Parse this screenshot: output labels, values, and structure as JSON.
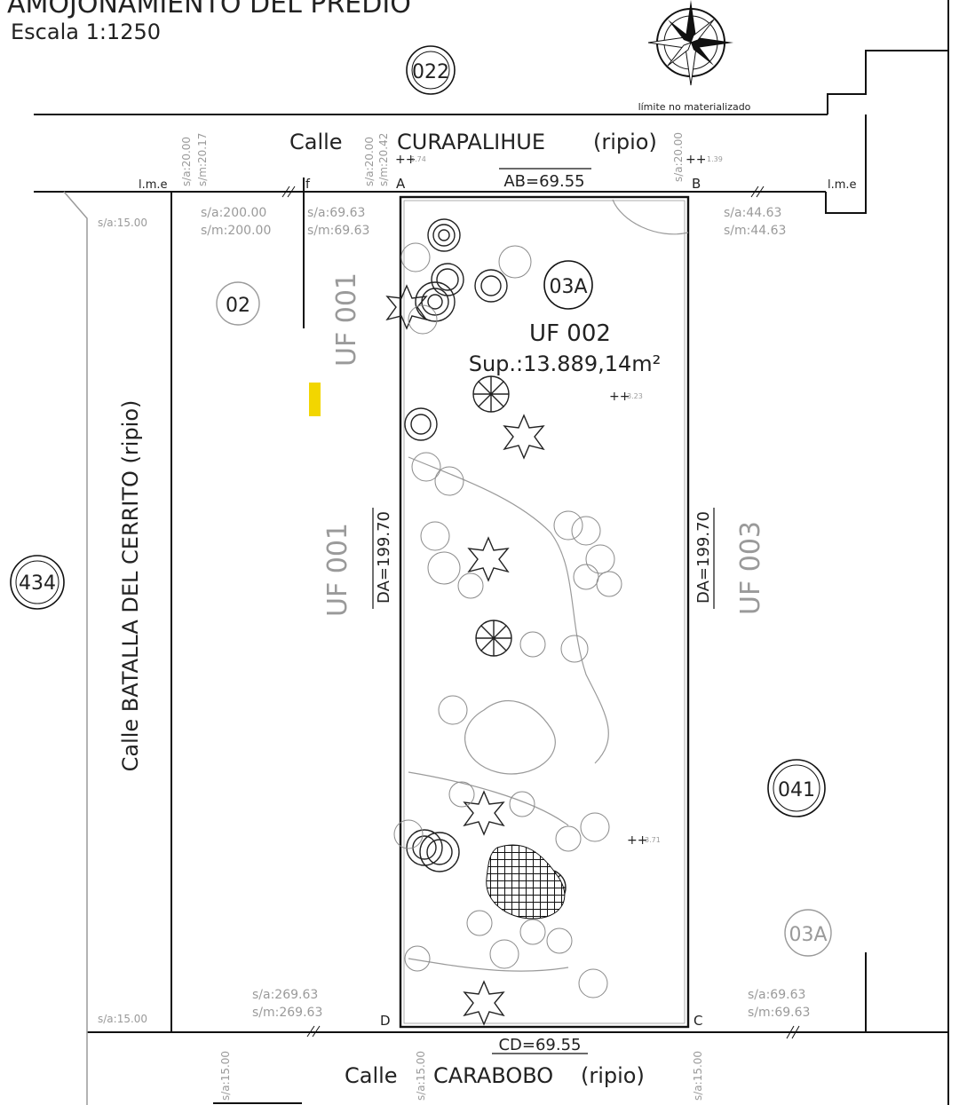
{
  "header": {
    "title": "AMOJONAMIENTO DEL PREDIO",
    "scale": "Escala 1:1250"
  },
  "compass": {
    "note": "límite no materializado"
  },
  "streets": {
    "top_prefix": "Calle",
    "top_name": "CURAPALIHUE",
    "top_type": "(ripio)",
    "bottom_prefix": "Calle",
    "bottom_name": "CARABOBO",
    "bottom_type": "(ripio)",
    "left_full": "Calle BATALLA DEL CERRITO (ripio)"
  },
  "parcel": {
    "unit": "UF 002",
    "area": "Sup.:13.889,14m²",
    "badge": "03A",
    "vertices": [
      "A",
      "B",
      "C",
      "D"
    ],
    "dim_top": "AB=69.55",
    "dim_bottom": "CD=69.55",
    "dim_left": "DA=199.70",
    "dim_right": "DA=199.70"
  },
  "badges": {
    "top": "022",
    "left_parcel": "02",
    "left_block": "434",
    "right_block": "041",
    "right_lower": "03A"
  },
  "neighbors": {
    "uf_left_top": "UF 001",
    "uf_left_mid": "UF 001",
    "uf_right": "UF 003"
  },
  "survey": {
    "sa_200": "s/a:200.00",
    "sm_200": "s/m:200.00",
    "sa_69_tl": "s/a:69.63",
    "sm_69_tl": "s/m:69.63",
    "sa_44": "s/a:44.63",
    "sm_44": "s/m:44.63",
    "sa_269": "s/a:269.63",
    "sm_269": "s/m:269.63",
    "sa_69_br": "s/a:69.63",
    "sm_69_br": "s/m:69.63",
    "sa_15_tl": "s/a:15.00",
    "sa_15_bl": "s/a:15.00",
    "vert_sa20": "s/a:20.00",
    "vert_sm20": "s/m:20.17",
    "vert_sa20b": "s/a:20.00",
    "vert_sm20b": "s/m:20.42",
    "vert_sa20c": "s/a:20.00",
    "vert_bot1": "s/a:15.00",
    "vert_bot2": "s/a:15.00",
    "vert_bot3": "s/a:15.00",
    "lme_left": "l.m.e",
    "lme_right": "l.m.e",
    "point_f": "f"
  },
  "markers": {
    "m1": "5.74",
    "m2": "1.39",
    "m3": "3.23",
    "m4": "3.71"
  },
  "colors": {
    "ink": "#111111",
    "gray": "#9a9a9a",
    "highlight": "#f2d600"
  }
}
